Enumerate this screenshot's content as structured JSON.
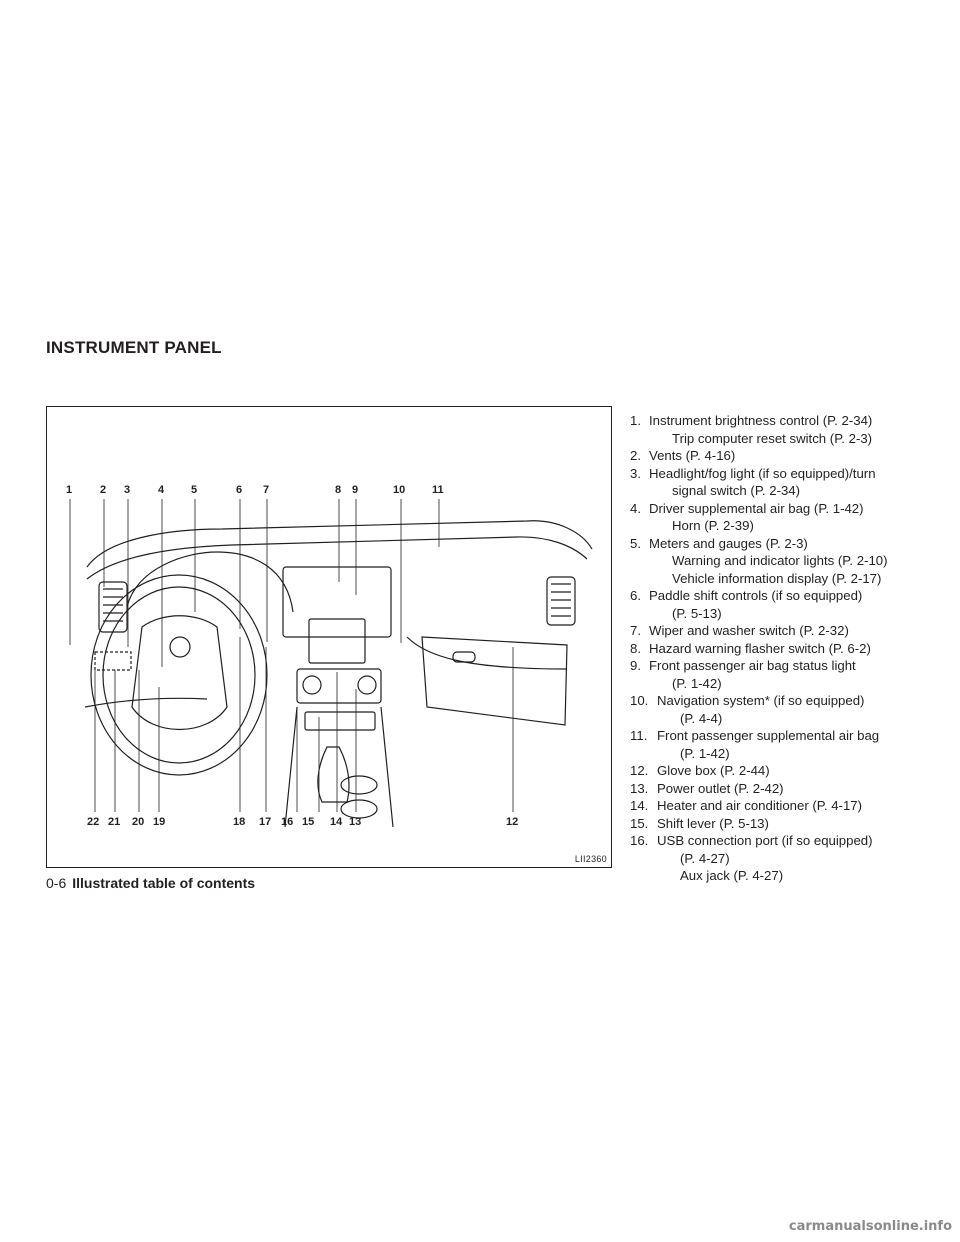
{
  "section_title": "INSTRUMENT PANEL",
  "figure": {
    "code": "LII2360",
    "top_callouts": [
      "1",
      "2",
      "3",
      "4",
      "5",
      "6",
      "7",
      "8",
      "9",
      "10",
      "11"
    ],
    "bottom_callouts": [
      "22",
      "21",
      "20",
      "19",
      "18",
      "17",
      "16",
      "15",
      "14",
      "13",
      "12"
    ]
  },
  "legend": [
    {
      "num": "1.",
      "lines": [
        "Instrument brightness control (P. 2-34)",
        "Trip computer reset switch (P. 2-3)"
      ]
    },
    {
      "num": "2.",
      "lines": [
        "Vents (P. 4-16)"
      ]
    },
    {
      "num": "3.",
      "lines": [
        "Headlight/fog light (if so equipped)/turn",
        "signal switch (P. 2-34)"
      ]
    },
    {
      "num": "4.",
      "lines": [
        "Driver supplemental air bag (P. 1-42)",
        "Horn (P. 2-39)"
      ]
    },
    {
      "num": "5.",
      "lines": [
        "Meters and gauges (P. 2-3)",
        "Warning and indicator lights (P. 2-10)",
        "Vehicle information display (P. 2-17)"
      ]
    },
    {
      "num": "6.",
      "lines": [
        "Paddle shift controls (if so equipped)",
        "(P. 5-13)"
      ]
    },
    {
      "num": "7.",
      "lines": [
        "Wiper and washer switch (P. 2-32)"
      ]
    },
    {
      "num": "8.",
      "lines": [
        "Hazard warning flasher switch (P. 6-2)"
      ]
    },
    {
      "num": "9.",
      "lines": [
        "Front passenger air bag status light",
        "(P. 1-42)"
      ]
    },
    {
      "num": "10.",
      "lines": [
        "Navigation system* (if so equipped)",
        "(P. 4-4)"
      ]
    },
    {
      "num": "11.",
      "lines": [
        "Front passenger supplemental air bag",
        "(P. 1-42)"
      ]
    },
    {
      "num": "12.",
      "lines": [
        "Glove box (P. 2-44)"
      ]
    },
    {
      "num": "13.",
      "lines": [
        "Power outlet (P. 2-42)"
      ]
    },
    {
      "num": "14.",
      "lines": [
        "Heater and air conditioner (P. 4-17)"
      ]
    },
    {
      "num": "15.",
      "lines": [
        "Shift lever (P. 5-13)"
      ]
    },
    {
      "num": "16.",
      "lines": [
        "USB connection port (if so equipped)",
        "(P. 4-27)",
        "Aux jack (P. 4-27)"
      ]
    }
  ],
  "footer": {
    "page_number": "0-6",
    "title": "Illustrated table of contents"
  },
  "watermark": "carmanualsonline.info"
}
